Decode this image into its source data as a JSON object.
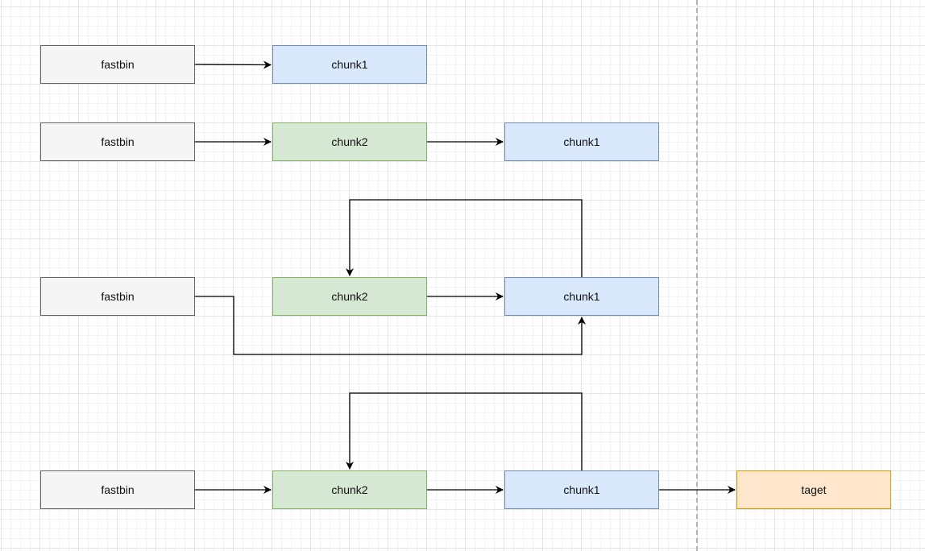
{
  "rows": [
    {
      "fastbin": "fastbin",
      "chunk1": "chunk1"
    },
    {
      "fastbin": "fastbin",
      "chunk2": "chunk2",
      "chunk1": "chunk1"
    },
    {
      "fastbin": "fastbin",
      "chunk2": "chunk2",
      "chunk1": "chunk1"
    },
    {
      "fastbin": "fastbin",
      "chunk2": "chunk2",
      "chunk1": "chunk1",
      "target": "taget"
    }
  ],
  "colors": {
    "fastbin_fill": "#f5f5f5",
    "fastbin_stroke": "#666666",
    "chunk1_fill": "#dae8fc",
    "chunk1_stroke": "#6c8ebf",
    "chunk2_fill": "#d5e8d4",
    "chunk2_stroke": "#82b366",
    "target_fill": "#ffe6cc",
    "target_stroke": "#d79b00",
    "divider": "#b3b3b3"
  }
}
